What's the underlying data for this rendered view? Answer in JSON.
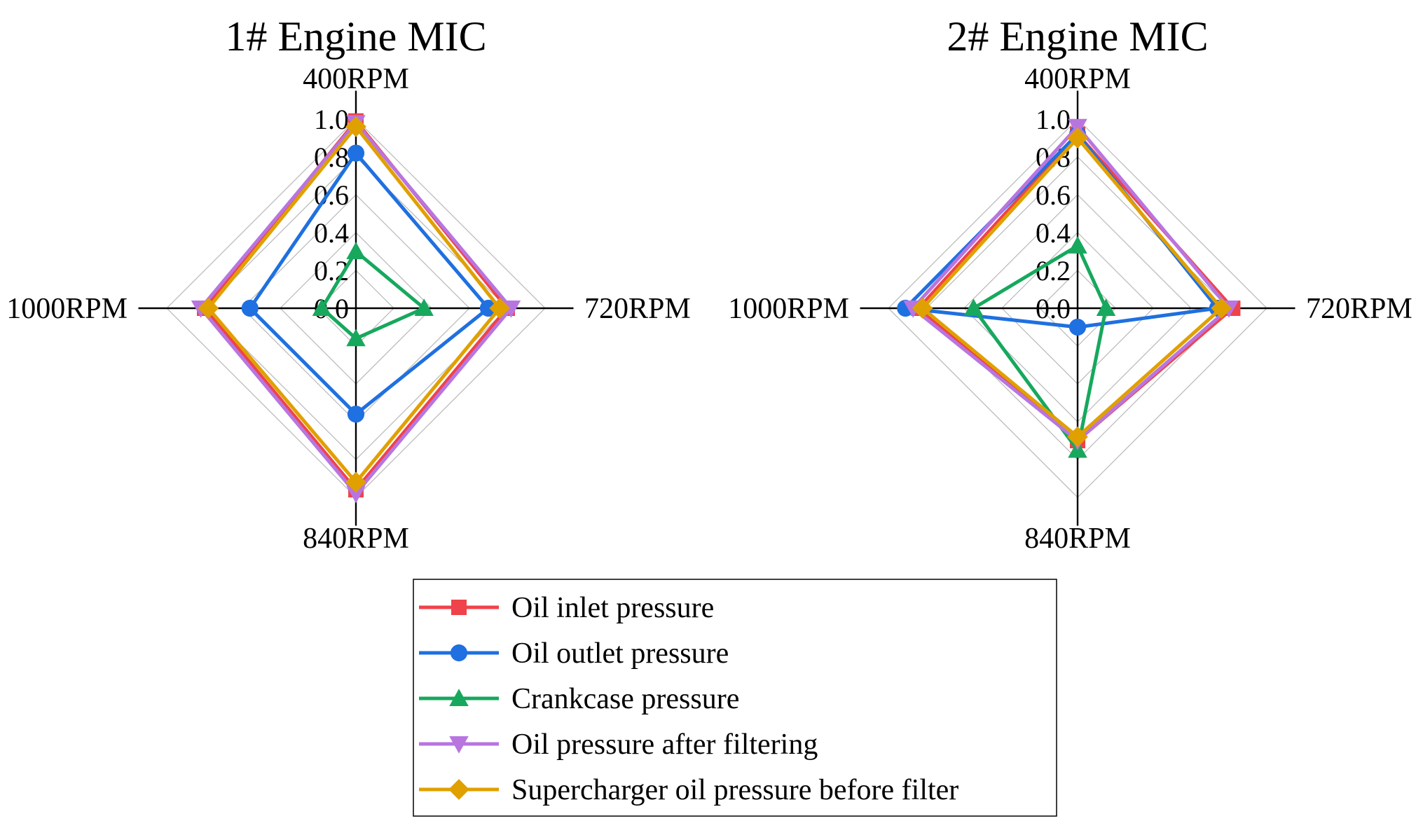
{
  "chart_data": [
    {
      "type": "radar",
      "title": "1# Engine MIC",
      "axes": [
        "400RPM",
        "720RPM",
        "840RPM",
        "1000RPM"
      ],
      "rlim": [
        0,
        1.0
      ],
      "ticks": [
        "0.0",
        "0.2",
        "0.4",
        "0.6",
        "0.8",
        "1.0"
      ],
      "grid": true,
      "series": [
        {
          "name": "Oil inlet pressure",
          "values": [
            0.99,
            0.8,
            0.96,
            0.8
          ]
        },
        {
          "name": "Oil outlet pressure",
          "values": [
            0.82,
            0.7,
            0.56,
            0.56
          ]
        },
        {
          "name": "Crankcase pressure",
          "values": [
            0.3,
            0.36,
            0.16,
            0.18
          ]
        },
        {
          "name": "Oil pressure after filtering",
          "values": [
            0.98,
            0.82,
            0.98,
            0.82
          ]
        },
        {
          "name": "Supercharger oil pressure before filter",
          "values": [
            0.96,
            0.76,
            0.92,
            0.78
          ]
        }
      ]
    },
    {
      "type": "radar",
      "title": "2# Engine MIC",
      "axes": [
        "400RPM",
        "720RPM",
        "840RPM",
        "1000RPM"
      ],
      "rlim": [
        0,
        1.0
      ],
      "ticks": [
        "0.0",
        "0.2",
        "0.4",
        "0.6",
        "0.8",
        "1.0"
      ],
      "grid": true,
      "series": [
        {
          "name": "Oil inlet pressure",
          "values": [
            0.92,
            0.82,
            0.7,
            0.84
          ]
        },
        {
          "name": "Oil outlet pressure",
          "values": [
            0.92,
            0.74,
            0.1,
            0.91
          ]
        },
        {
          "name": "Crankcase pressure",
          "values": [
            0.33,
            0.15,
            0.75,
            0.55
          ]
        },
        {
          "name": "Oil pressure after filtering",
          "values": [
            0.96,
            0.8,
            0.7,
            0.87
          ]
        },
        {
          "name": "Supercharger oil pressure before filter",
          "values": [
            0.9,
            0.76,
            0.68,
            0.82
          ]
        }
      ]
    }
  ],
  "legend": {
    "placement": "bottom-center",
    "entries": [
      {
        "label": "Oil inlet pressure",
        "color": "#f0424a",
        "marker": "square"
      },
      {
        "label": "Oil outlet pressure",
        "color": "#1f70e0",
        "marker": "circle"
      },
      {
        "label": "Crankcase pressure",
        "color": "#17a85d",
        "marker": "triangle-up"
      },
      {
        "label": "Oil pressure after filtering",
        "color": "#b875e0",
        "marker": "triangle-down"
      },
      {
        "label": "Supercharger oil pressure before filter",
        "color": "#e0a000",
        "marker": "diamond"
      }
    ]
  }
}
